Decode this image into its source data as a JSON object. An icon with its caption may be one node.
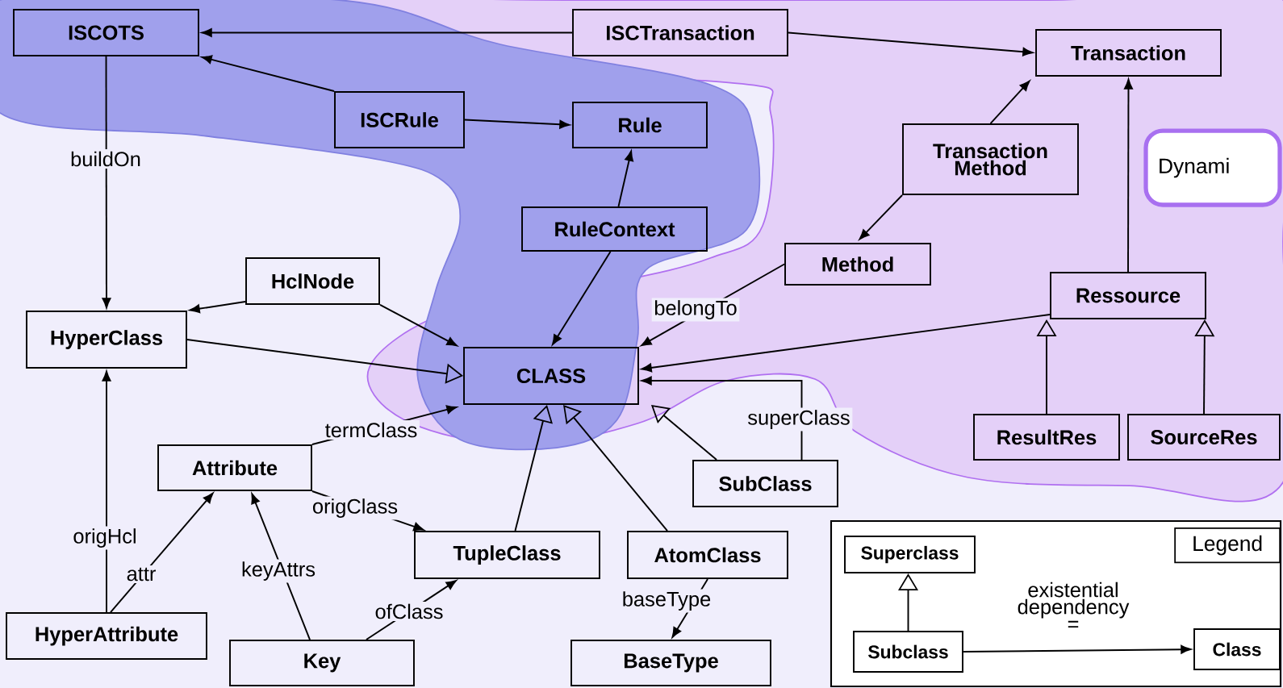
{
  "diagram": {
    "nodes": [
      {
        "text": [
          "ISCOTS"
        ]
      },
      {
        "text": [
          "ISCTransaction"
        ]
      },
      {
        "text": [
          "Transaction"
        ]
      },
      {
        "text": [
          "ISCRule"
        ]
      },
      {
        "text": [
          "Rule"
        ]
      },
      {
        "text": [
          "Transaction Method"
        ]
      },
      {
        "text": [
          "Dynami"
        ]
      },
      {
        "text": [
          "RuleContext"
        ]
      },
      {
        "text": [
          "Method"
        ]
      },
      {
        "text": [
          "HclNode"
        ]
      },
      {
        "text": [
          "Ressource"
        ]
      },
      {
        "text": [
          "HyperClass"
        ]
      },
      {
        "text": [
          "CLASS"
        ]
      },
      {
        "text": [
          "ResultRes"
        ]
      },
      {
        "text": [
          "SourceRes"
        ]
      },
      {
        "text": [
          "Attribute"
        ]
      },
      {
        "text": [
          "SubClass"
        ]
      },
      {
        "text": [
          "TupleClass"
        ]
      },
      {
        "text": [
          "AtomClass"
        ]
      },
      {
        "text": [
          "HyperAttribute"
        ]
      },
      {
        "text": [
          "Key"
        ]
      },
      {
        "text": [
          "BaseType"
        ]
      },
      {
        "text": [
          "Legend"
        ]
      },
      {
        "text": [
          "Superclass"
        ],
        "in": 22
      },
      {
        "text": [
          "Subclass"
        ],
        "in": 22
      },
      {
        "text": [
          "Class"
        ],
        "in": 22
      }
    ],
    "edges": [
      {
        "from": 1,
        "to": 0,
        "arrow": "to"
      },
      {
        "from": 1,
        "to": 2,
        "arrow": "to"
      },
      {
        "from": 3,
        "to": 0,
        "arrow": "to"
      },
      {
        "from": 3,
        "to": 4,
        "arrow": "to"
      },
      {
        "from": 0,
        "to": 11,
        "arrow": "to",
        "label": "buildOn"
      },
      {
        "from": 7,
        "to": 4,
        "arrow": "to"
      },
      {
        "from": 7,
        "to": 12,
        "arrow": "to"
      },
      {
        "from": 5,
        "to": 2,
        "arrow": "to"
      },
      {
        "from": 5,
        "to": 8,
        "arrow": "to"
      },
      {
        "from": 8,
        "to": 12,
        "arrow": "to",
        "label": "belongTo"
      },
      {
        "from": 10,
        "to": 2,
        "arrow": "to"
      },
      {
        "from": 10,
        "to": 12,
        "arrow": "to"
      },
      {
        "from": 9,
        "to": 11,
        "arrow": "to"
      },
      {
        "from": 9,
        "to": 12,
        "arrow": "to"
      },
      {
        "from": 11,
        "to": 12,
        "arrow": "to"
      },
      {
        "from": 13,
        "to": 10,
        "arrow": "to"
      },
      {
        "from": 14,
        "to": 10,
        "arrow": "to"
      },
      {
        "from": 15,
        "to": 12,
        "arrow": "to",
        "label": "termClass"
      },
      {
        "from": 16,
        "to": 12,
        "arrow": "to"
      },
      {
        "from": 16,
        "to": 12,
        "arrow": "to",
        "label": "superClass"
      },
      {
        "from": 17,
        "to": 12,
        "arrow": "to"
      },
      {
        "from": 18,
        "to": 12,
        "arrow": "to"
      },
      {
        "from": 19,
        "to": 11,
        "arrow": "to",
        "label": "origHcl"
      },
      {
        "from": 19,
        "to": 15,
        "arrow": "to",
        "label": "attr"
      },
      {
        "from": 20,
        "to": 15,
        "arrow": "to",
        "label": "keyAttrs"
      },
      {
        "from": 20,
        "to": 17,
        "arrow": "to",
        "label": "ofClass"
      },
      {
        "from": 15,
        "to": 17,
        "arrow": "to",
        "label": "origClass"
      },
      {
        "from": 18,
        "to": 21,
        "arrow": "to",
        "label": "baseType"
      },
      {
        "from": 24,
        "to": 23,
        "arrow": "to"
      },
      {
        "from": 24,
        "to": 25,
        "arrow": "to",
        "label": "existential dependency ="
      }
    ]
  }
}
